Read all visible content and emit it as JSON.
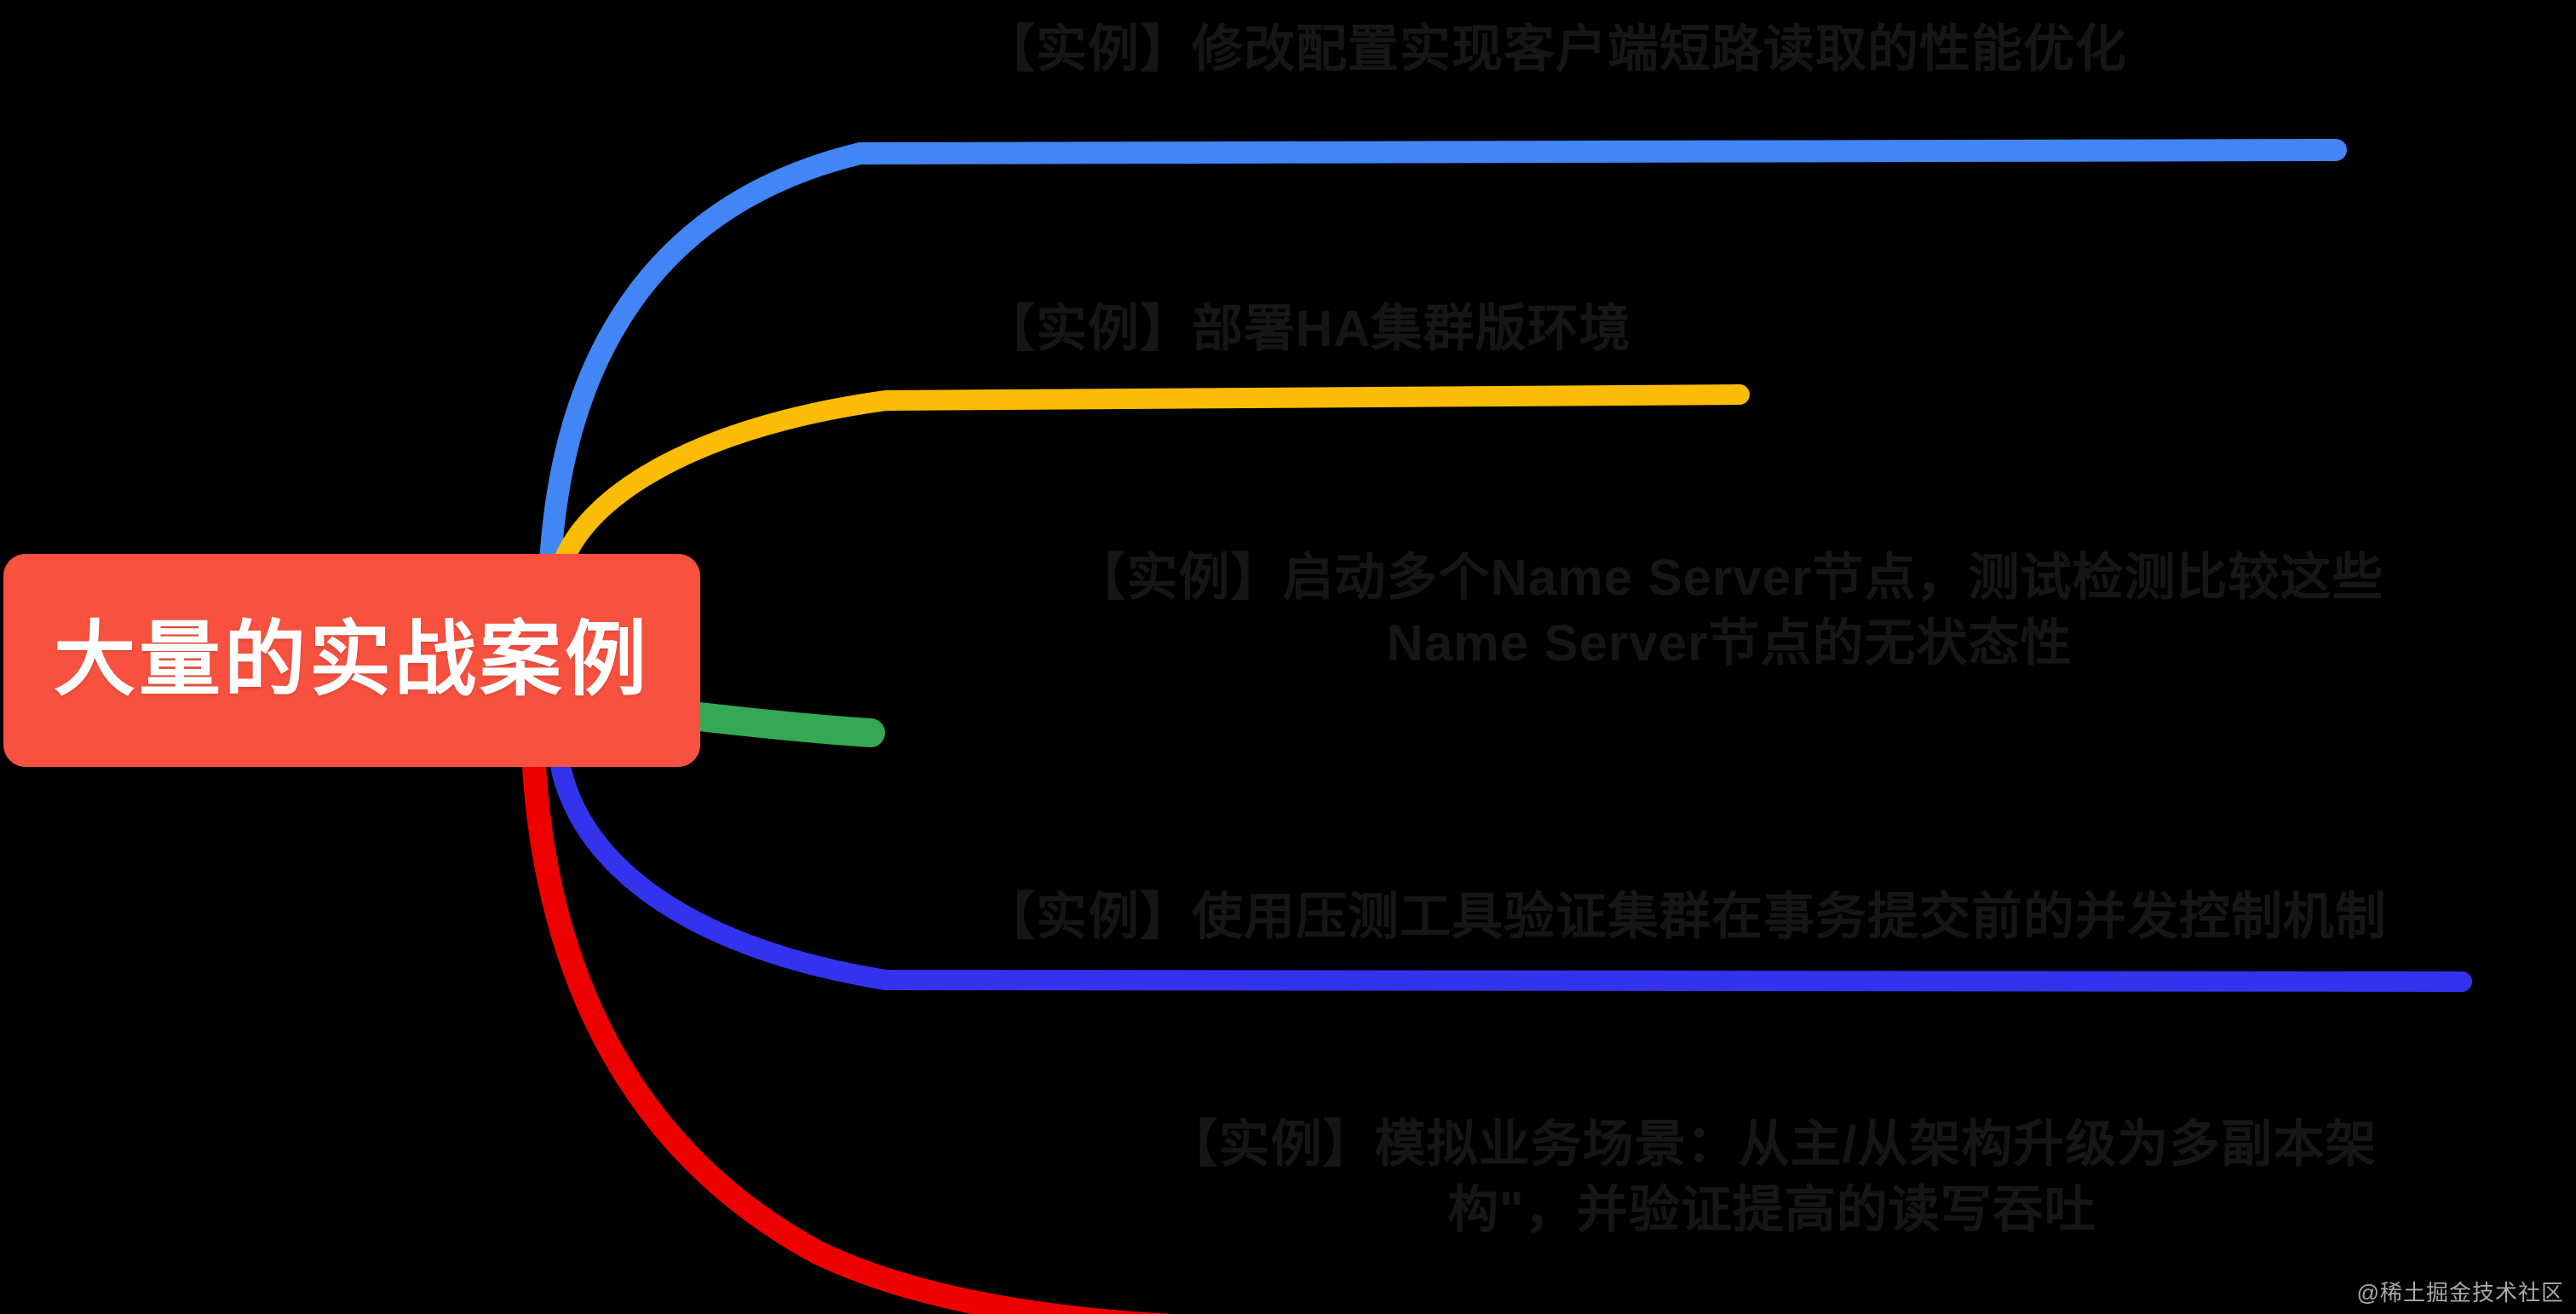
{
  "diagram": {
    "type": "mindmap",
    "background_color": "#000000",
    "root": {
      "label": "大量的实战案例",
      "fill_color": "#F8513F",
      "text_color": "#FFFFFF"
    },
    "branches": [
      {
        "id": "branch-1",
        "label": "【实例】修改配置实现客户端短路读取的性能优化",
        "prefix": "【实例】",
        "body": "修改配置实现客户端短路读取的性能优化",
        "line_color": "#4285F4",
        "line_name": "blue-connector"
      },
      {
        "id": "branch-2",
        "label": "【实例】部署HA集群版环境",
        "prefix": "【实例】",
        "body": "部署HA集群版环境",
        "line_color": "#FBBC05",
        "line_name": "yellow-connector"
      },
      {
        "id": "branch-3",
        "label": "【实例】启动多个Name Server节点，测试检测比较这些 Name Server节点的无状态性",
        "prefix": "【实例】",
        "body": "启动多个Name Server节点，测试检测比较这些",
        "body_line2": "Name Server节点的无状态性",
        "line_color": "#34A853",
        "line_name": "green-connector"
      },
      {
        "id": "branch-4",
        "label": "【实例】使用压测工具验证集群在事务提交前的并发控制机制",
        "prefix": "【实例】",
        "body": "使用压测工具验证集群在事务提交前的并发控制机制",
        "line_color": "#3333EE",
        "line_name": "indigo-connector"
      },
      {
        "id": "branch-5",
        "label": "【实例】模拟业务场景：从主/从架构升级为多副本架构\"，并验证提高的读写吞吐",
        "prefix": "【实例】",
        "body": "模拟业务场景：从主/从架构升级为多副本架",
        "body_line2": "构\"，并验证提高的读写吞吐",
        "line_color": "#EE0000",
        "line_name": "red-connector"
      }
    ]
  },
  "watermark": {
    "text": "@稀土掘金技术社区"
  }
}
